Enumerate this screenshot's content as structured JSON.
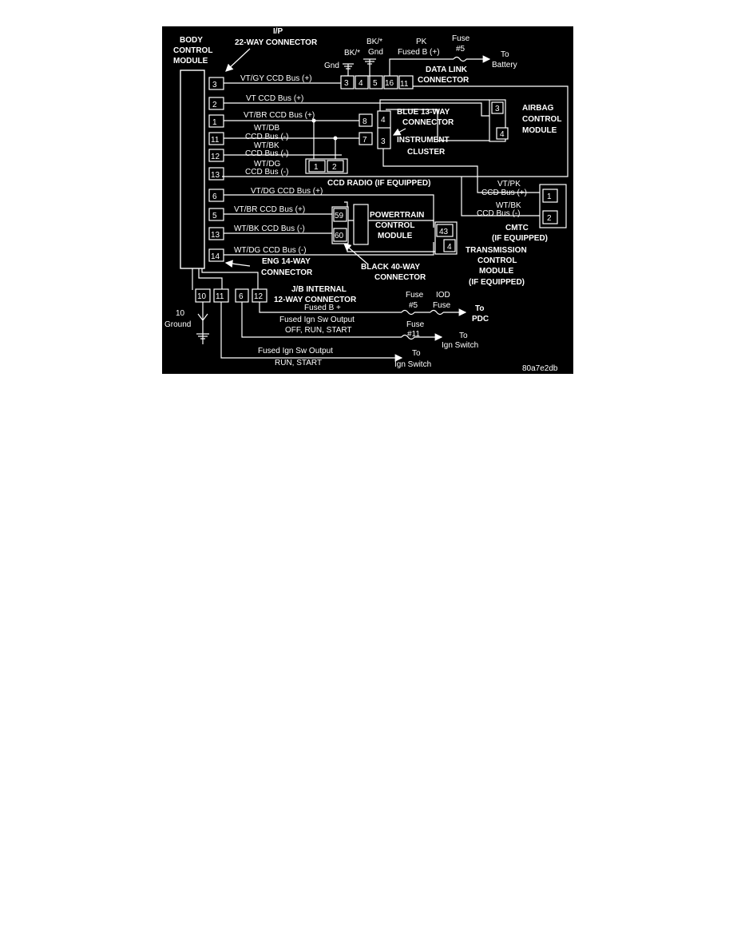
{
  "colors": {
    "background": "#000000",
    "foreground": "#ffffff",
    "page": "#ffffff"
  },
  "modules": {
    "body_control_module": [
      "BODY",
      "CONTROL",
      "MODULE"
    ],
    "ip_connector": [
      "I/P",
      "22-WAY CONNECTOR"
    ],
    "data_link_connector": [
      "DATA LINK",
      "CONNECTOR"
    ],
    "airbag_control_module": [
      "AIRBAG",
      "CONTROL",
      "MODULE"
    ],
    "blue_connector": [
      "BLUE 13-WAY",
      "CONNECTOR"
    ],
    "instrument_cluster": [
      "INSTRUMENT",
      "CLUSTER"
    ],
    "ccd_radio": "CCD RADIO (IF EQUIPPED)",
    "powertrain_control_module": [
      "POWERTRAIN",
      "CONTROL",
      "MODULE"
    ],
    "cmtc": [
      "CMTC",
      "(IF EQUIPPED)"
    ],
    "transmission_control_module": [
      "TRANSMISSION",
      "CONTROL",
      "MODULE",
      "(IF EQUIPPED)"
    ],
    "eng_connector": [
      "ENG 14-WAY",
      "CONNECTOR"
    ],
    "black_connector": [
      "BLACK 40-WAY",
      "CONNECTOR"
    ],
    "jb_connector": [
      "J/B INTERNAL",
      "12-WAY CONNECTOR"
    ]
  },
  "top_labels": {
    "bk_star_1": "BK/*",
    "bk_star_2": "BK/*",
    "gnd_1": "Gnd",
    "gnd_2": "Gnd",
    "pk": "PK",
    "fused_b_plus": "Fused B (+)",
    "fuse": "Fuse",
    "fuse_num": "#5",
    "to": "To",
    "battery": "Battery"
  },
  "dlc_pins": [
    "3",
    "4",
    "5",
    "16",
    "11"
  ],
  "bcm_pins": [
    "3",
    "2",
    "1",
    "11",
    "12",
    "13",
    "6",
    "5",
    "13",
    "14"
  ],
  "wires": {
    "w1": "VT/GY  CCD Bus (+)",
    "w2": "VT  CCD Bus (+)",
    "w3": "VT/BR  CCD Bus (+)",
    "w4a": "WT/DB",
    "w4b": "CCD Bus (-)",
    "w5a": "WT/BK",
    "w5b": "CCD Bus (-)",
    "w6a": "WT/DG",
    "w6b": "CCD Bus (-)",
    "w7": "VT/DG  CCD Bus (+)",
    "w8": "VT/BR  CCD Bus (+)",
    "w9": "WT/BK  CCD Bus (-)",
    "w10": "WT/DG  CCD Bus (-)",
    "cmtc_a1": "VT/PK",
    "cmtc_a2": "CCD Bus (+)",
    "cmtc_b1": "WT/BK",
    "cmtc_b2": "CCD Bus (-)"
  },
  "pins": {
    "blue_a": "8",
    "blue_b": "7",
    "ic_a": "4",
    "ic_b": "3",
    "air_a": "3",
    "air_b": "4",
    "radio_a": "1",
    "radio_b": "2",
    "pcm_a": "59",
    "pcm_b": "60",
    "tcm_a": "43",
    "tcm_b": "4",
    "cmtc_a": "1",
    "cmtc_b": "2"
  },
  "jb_pins": [
    "10",
    "11",
    "6",
    "12"
  ],
  "bottom": {
    "ground_num": "10",
    "ground": "Ground",
    "fused_b_plus": "Fused B +",
    "fuse1": "Fuse",
    "fuse1_num": "#5",
    "iod": "IOD",
    "iod_fuse": "Fuse",
    "to1": "To",
    "pdc": "PDC",
    "ign_out1a": "Fused Ign Sw Output",
    "ign_out1b": "OFF, RUN, START",
    "fuse2": "Fuse",
    "fuse2_num": "#11",
    "to2": "To",
    "ign_sw1": "Ign Switch",
    "ign_out2a": "Fused Ign Sw Output",
    "ign_out2b": "RUN, START",
    "to3": "To",
    "ign_sw2": "Ign Switch"
  },
  "figure_id": "80a7e2db"
}
